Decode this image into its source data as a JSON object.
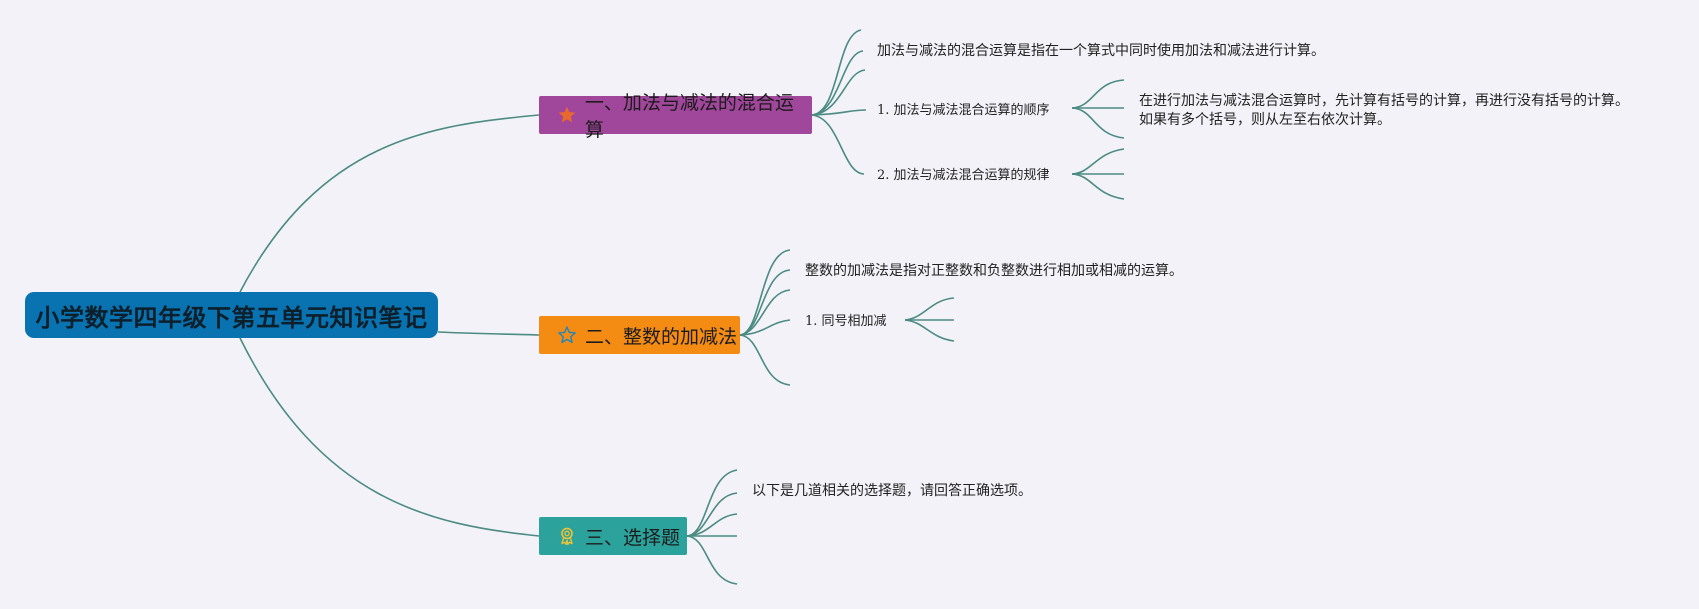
{
  "colors": {
    "background": "#f2f2f8",
    "root": "#0873b0",
    "topic1": "#a0469b",
    "topic2": "#f48c14",
    "topic3": "#2ba29b",
    "connector": "#4b8b82"
  },
  "root": {
    "label": "小学数学四年级下第五单元知识笔记"
  },
  "topics": [
    {
      "label": "一、加法与减法的混合运算",
      "icon": "star-filled-icon",
      "children": [
        {
          "label": "加法与减法的混合运算是指在一个算式中同时使用加法和减法进行计算。"
        },
        {
          "label": "1. 加法与减法混合运算的顺序",
          "children": [
            {
              "lines": [
                "在进行加法与减法混合运算时，先计算有括号的计算，再进行没有括号的计算。",
                "如果有多个括号，则从左至右依次计算。"
              ]
            }
          ]
        },
        {
          "label": "2. 加法与减法混合运算的规律"
        }
      ]
    },
    {
      "label": "二、整数的加减法",
      "icon": "star-outline-icon",
      "children": [
        {
          "label": "整数的加减法是指对正整数和负整数进行相加或相减的运算。"
        },
        {
          "label": "1. 同号相加减"
        }
      ]
    },
    {
      "label": "三、选择题",
      "icon": "award-ribbon-icon",
      "children": [
        {
          "label": "以下是几道相关的选择题，请回答正确选项。"
        }
      ]
    }
  ]
}
